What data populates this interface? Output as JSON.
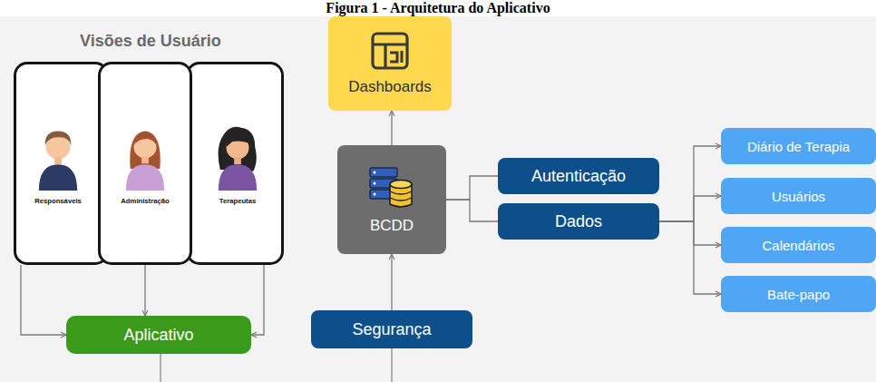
{
  "diagram": {
    "title": "Figura 1 - Arquitetura do Aplicativo",
    "nodes": [
      {
        "text": [
          "Responsáveis"
        ]
      },
      {
        "text": [
          "Administração"
        ]
      },
      {
        "text": [
          "Terapeutas"
        ]
      },
      {
        "text": [
          "Dashboards"
        ]
      },
      {
        "text": [
          "BCDD"
        ]
      },
      {
        "text": [
          "Autenticação"
        ]
      },
      {
        "text": [
          "Dados"
        ]
      },
      {
        "text": [
          "Diário de Terapia"
        ]
      },
      {
        "text": [
          "Usuários"
        ]
      },
      {
        "text": [
          "Calendários"
        ]
      },
      {
        "text": [
          "Bate-papo"
        ]
      },
      {
        "text": [
          "Aplicativo"
        ]
      },
      {
        "text": [
          "Segurança"
        ]
      }
    ],
    "edges": [
      {
        "from": 0,
        "to": 11,
        "arrow": "to"
      },
      {
        "from": 1,
        "to": 11,
        "arrow": "to"
      },
      {
        "from": 2,
        "to": 11,
        "arrow": "to"
      },
      {
        "from": 4,
        "to": 3,
        "arrow": "to"
      },
      {
        "from": 12,
        "to": 4,
        "arrow": "to"
      },
      {
        "from": 4,
        "to": 5,
        "arrow": "none"
      },
      {
        "from": 4,
        "to": 6,
        "arrow": "none"
      },
      {
        "from": 6,
        "to": 7,
        "arrow": "to"
      },
      {
        "from": 6,
        "to": 8,
        "arrow": "to"
      },
      {
        "from": 6,
        "to": 9,
        "arrow": "to"
      },
      {
        "from": 6,
        "to": 10,
        "arrow": "to"
      }
    ],
    "labels": [
      "Visões de Usuário"
    ]
  }
}
